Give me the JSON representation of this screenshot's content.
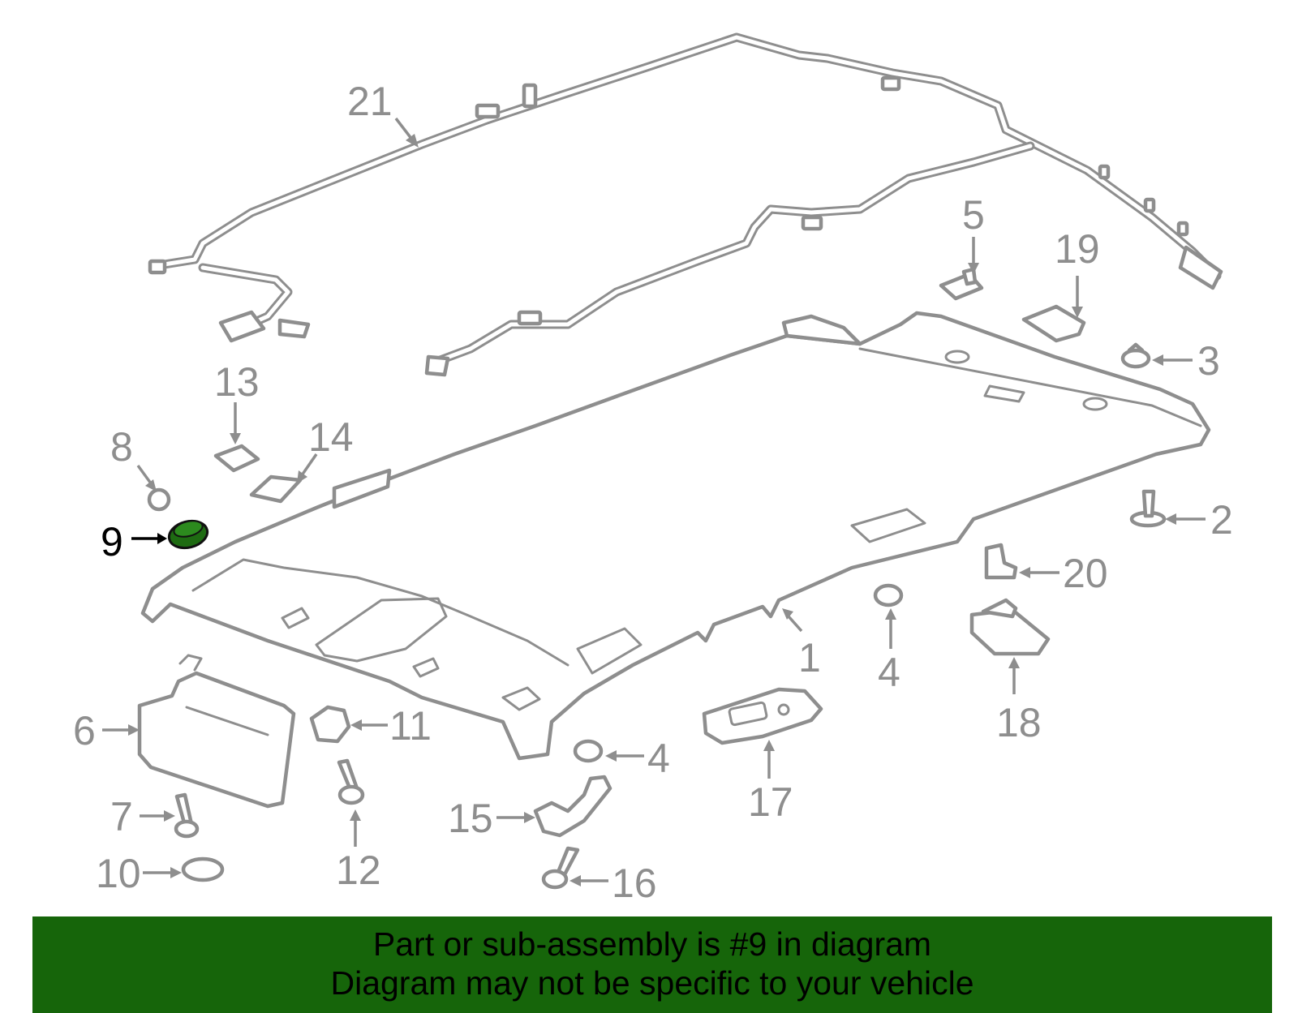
{
  "diagram": {
    "highlight_color": "#1e6b12",
    "line_color": "#8e8e8e",
    "callouts": {
      "c1": "1",
      "c2": "2",
      "c3": "3",
      "c4a": "4",
      "c4b": "4",
      "c5": "5",
      "c6": "6",
      "c7": "7",
      "c8": "8",
      "c9": "9",
      "c10": "10",
      "c11": "11",
      "c12": "12",
      "c13": "13",
      "c14": "14",
      "c15": "15",
      "c16": "16",
      "c17": "17",
      "c18": "18",
      "c19": "19",
      "c20": "20",
      "c21": "21"
    }
  },
  "banner": {
    "background": "#16650a",
    "line1": "Part or sub-assembly is #9 in diagram",
    "line2": "Diagram may not be specific to your vehicle"
  }
}
